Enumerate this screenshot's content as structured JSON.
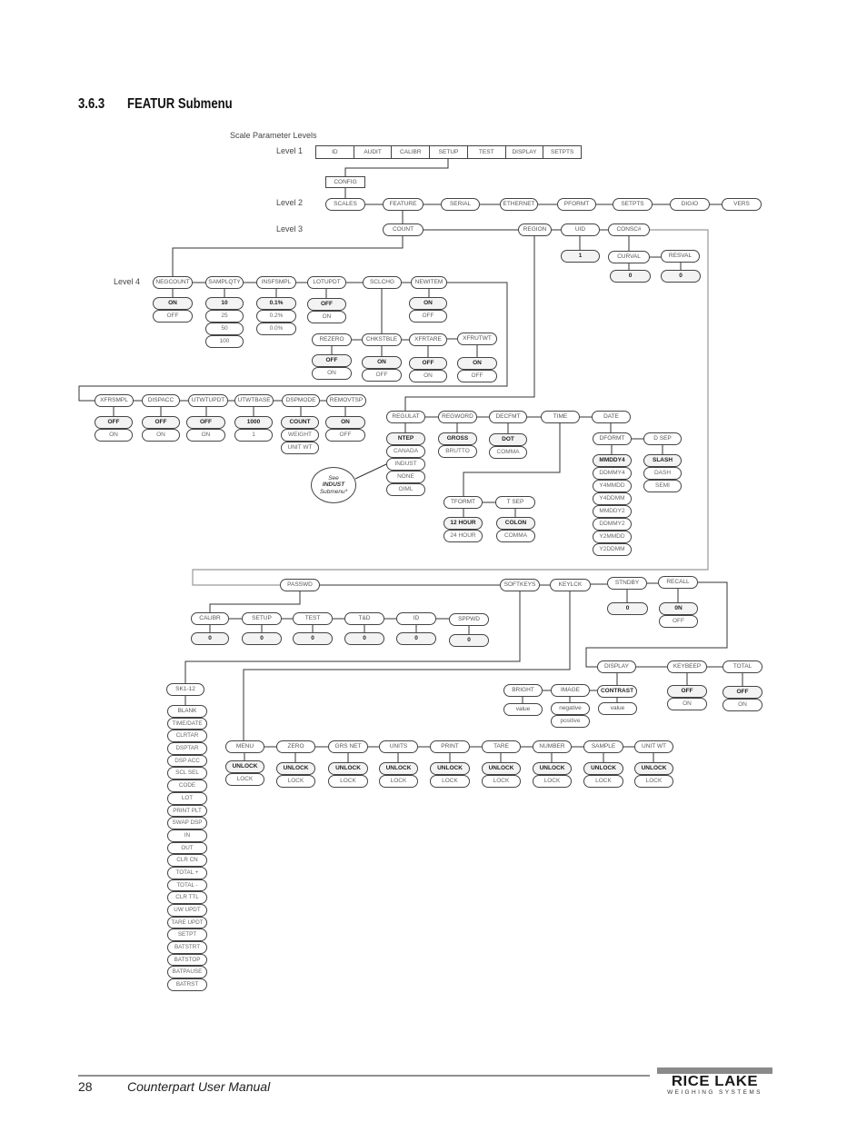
{
  "section": {
    "number": "3.6.3",
    "title": "FEATUR Submenu"
  },
  "diagram": {
    "caption": "Scale Parameter Levels",
    "level_labels": [
      "Level 1",
      "Level 2",
      "Level 3",
      "Level 4"
    ],
    "level1": [
      "ID",
      "AUDIT",
      "CALIBR",
      "SETUP",
      "TEST",
      "DISPLAY",
      "SETPTS"
    ],
    "config": "CONFIG",
    "level2": [
      "SCALES",
      "FEATURE",
      "SERIAL",
      "ETHERNET",
      "PFORMT",
      "SETPTS",
      "DIGIO",
      "VERS"
    ],
    "level3": {
      "count": "COUNT",
      "region": "REGION",
      "uid": {
        "name": "UID",
        "options": [
          "1"
        ]
      },
      "consc": "CONSC#",
      "curval": {
        "name": "CURVAL",
        "options": [
          "0"
        ]
      },
      "resval": {
        "name": "RESVAL",
        "options": [
          "0"
        ]
      }
    },
    "count_row_a": [
      {
        "name": "NEGCOUNT",
        "options": [
          "ON",
          "OFF"
        ]
      },
      {
        "name": "SAMPLQTY",
        "options": [
          "10",
          "25",
          "50",
          "100"
        ]
      },
      {
        "name": "INSFSMPL",
        "options": [
          "0.1%",
          "0.2%",
          "0.0%"
        ]
      },
      {
        "name": "LOTUPDT",
        "options": [
          "OFF",
          "ON"
        ]
      },
      {
        "name": "SCLCHG"
      },
      {
        "name": "NEWITEM",
        "options": [
          "ON",
          "OFF"
        ]
      }
    ],
    "sclchg_sub": [
      {
        "name": "REZERO",
        "options": [
          "OFF",
          "ON"
        ]
      },
      {
        "name": "CHKSTBLE",
        "options": [
          "ON",
          "OFF"
        ]
      },
      {
        "name": "XFRTARE",
        "options": [
          "OFF",
          "ON"
        ]
      },
      {
        "name": "XFRUTWT",
        "options": [
          "ON",
          "OFF"
        ]
      }
    ],
    "count_row_b": [
      {
        "name": "XFRSMPL",
        "options": [
          "OFF",
          "ON"
        ]
      },
      {
        "name": "DISPACC",
        "options": [
          "OFF",
          "ON"
        ]
      },
      {
        "name": "UTWTUPDT",
        "options": [
          "OFF",
          "ON"
        ]
      },
      {
        "name": "UTWTBASE",
        "options": [
          "1000",
          "1"
        ]
      },
      {
        "name": "DSPMODE",
        "options": [
          "COUNT",
          "WEIGHT",
          "UNIT WT"
        ]
      },
      {
        "name": "REMOVTSP",
        "options": [
          "ON",
          "OFF"
        ]
      }
    ],
    "region_params": [
      {
        "name": "REGULAT",
        "options": [
          "NTEP",
          "CANADA",
          "INDUST",
          "NONE",
          "OIML"
        ]
      },
      {
        "name": "REGWORD",
        "options": [
          "GROSS",
          "BRUTTO"
        ]
      },
      {
        "name": "DECFMT",
        "options": [
          "DOT",
          "COMMA"
        ]
      },
      {
        "name": "TIME"
      },
      {
        "name": "DATE"
      }
    ],
    "indust_note": [
      "See",
      "INDUST",
      "Submenu*"
    ],
    "time_sub": [
      {
        "name": "TFORMT",
        "options": [
          "12 HOUR",
          "24 HOUR"
        ]
      },
      {
        "name": "T SEP",
        "options": [
          "COLON",
          "COMMA"
        ]
      }
    ],
    "date_sub": [
      {
        "name": "DFORMT",
        "options": [
          "MMDDY4",
          "DDMMY4",
          "Y4MMDD",
          "Y4DDMM",
          "MMDDY2",
          "DDMMY2",
          "Y2MMDD",
          "Y2DDMM"
        ]
      },
      {
        "name": "D SEP",
        "options": [
          "SLASH",
          "DASH",
          "SEMI"
        ]
      }
    ],
    "passwd": "PASSWD",
    "passwd_params": [
      {
        "name": "CALIBR",
        "value": "0"
      },
      {
        "name": "SETUP",
        "value": "0"
      },
      {
        "name": "TEST",
        "value": "0"
      },
      {
        "name": "T&D",
        "value": "0"
      },
      {
        "name": "ID",
        "value": "0"
      },
      {
        "name": "SPPWD",
        "value": "0"
      }
    ],
    "softkeys": "SOFTKEYS",
    "sk": {
      "name": "SK1-12",
      "options": [
        "BLANK",
        "TIME/DATE",
        "CLRTAR",
        "DSPTAR",
        "DSP ACC",
        "SCL SEL",
        "CODE",
        "LOT",
        "PRINT PLT",
        "SWAP DSP",
        "IN",
        "OUT",
        "CLR CN",
        "TOTAL +",
        "TOTAL -",
        "CLR TTL",
        "UW UPDT",
        "TARE UPDT",
        "SETPT",
        "BATSTRT",
        "BATSTOP",
        "BATPAUSE",
        "BATRST"
      ]
    },
    "keylck": "KEYLCK",
    "keylck_params": [
      {
        "name": "MENU",
        "options": [
          "UNLOCK",
          "LOCK"
        ]
      },
      {
        "name": "ZERO",
        "options": [
          "UNLOCK",
          "LOCK"
        ]
      },
      {
        "name": "GRS NET",
        "options": [
          "UNLOCK",
          "LOCK"
        ]
      },
      {
        "name": "UNITS",
        "options": [
          "UNLOCK",
          "LOCK"
        ]
      },
      {
        "name": "PRINT",
        "options": [
          "UNLOCK",
          "LOCK"
        ]
      },
      {
        "name": "TARE",
        "options": [
          "UNLOCK",
          "LOCK"
        ]
      },
      {
        "name": "NUMBER",
        "options": [
          "UNLOCK",
          "LOCK"
        ]
      },
      {
        "name": "SAMPLE",
        "options": [
          "UNLOCK",
          "LOCK"
        ]
      },
      {
        "name": "UNIT WT",
        "options": [
          "UNLOCK",
          "LOCK"
        ]
      }
    ],
    "stndby": {
      "name": "STNDBY",
      "options": [
        "0"
      ]
    },
    "recall": {
      "name": "RECALL",
      "options": [
        "0N",
        "OFF"
      ]
    },
    "display": {
      "name": "DISPLAY",
      "params": [
        {
          "name": "BRIGHT",
          "options": [
            "value"
          ]
        },
        {
          "name": "IMAGE",
          "options": [
            "negative",
            "positive"
          ]
        },
        {
          "name": "CONTRAST",
          "options": [
            "value"
          ]
        }
      ]
    },
    "keybeep": {
      "name": "KEYBEEP",
      "options": [
        "OFF",
        "ON"
      ]
    },
    "total": {
      "name": "TOTAL",
      "options": [
        "OFF",
        "ON"
      ]
    }
  },
  "footer": {
    "page": "28",
    "manual": "Counterpart User Manual",
    "logo_main": "RICE LAKE",
    "logo_sub": "WEIGHING SYSTEMS"
  }
}
